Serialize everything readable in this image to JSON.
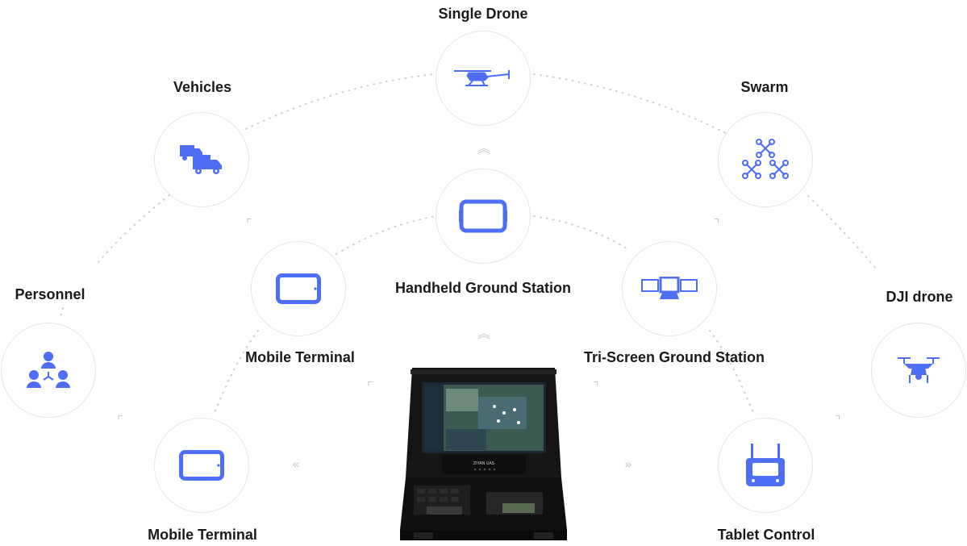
{
  "nodes": {
    "single_drone": {
      "label": "Single Drone",
      "icon": "helicopter-drone-icon"
    },
    "vehicles": {
      "label": "Vehicles",
      "icon": "trucks-icon"
    },
    "swarm": {
      "label": "Swarm",
      "icon": "swarm-drones-icon"
    },
    "handheld": {
      "label": "Handheld Ground Station",
      "icon": "handheld-device-icon"
    },
    "mobile_terminal_top": {
      "label": "Mobile Terminal",
      "icon": "tablet-icon"
    },
    "tri_screen": {
      "label": "Tri-Screen Ground Station",
      "icon": "tri-screen-icon"
    },
    "personnel": {
      "label": "Personnel",
      "icon": "people-network-icon"
    },
    "dji_drone": {
      "label": "DJI drone",
      "icon": "quadcopter-icon"
    },
    "mobile_terminal_bottom": {
      "label": "Mobile Terminal",
      "icon": "tablet-icon"
    },
    "tablet_control": {
      "label": "Tablet Control",
      "icon": "remote-controller-icon"
    }
  },
  "center": {
    "device": "ground-control-case",
    "brand": "ZIYAN UAS"
  },
  "colors": {
    "accent": "#4d6ef5",
    "line": "#cfcfcf",
    "circle_border": "#e6e6e6"
  }
}
